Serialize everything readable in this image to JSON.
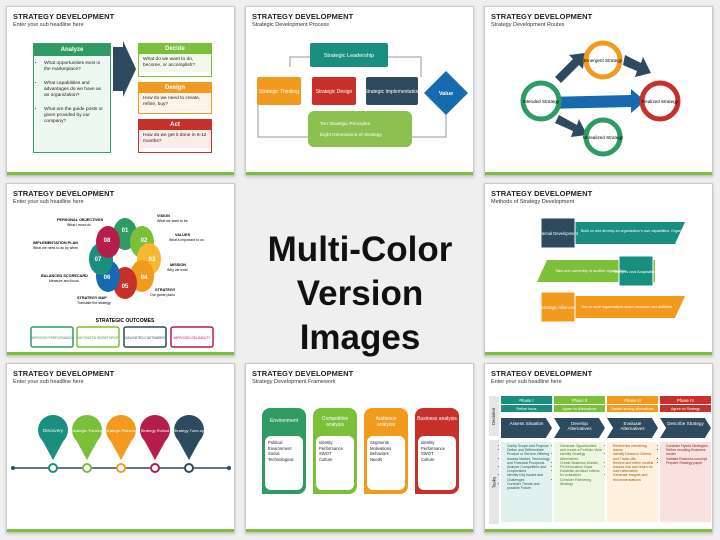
{
  "center": {
    "line1": "Multi-Color",
    "line2": "Version Images"
  },
  "slides": [
    {
      "title": "STRATEGY DEVELOPMENT",
      "subtitle": "Enter your sub headline here",
      "analyze": {
        "header": "Analyze",
        "bullets": [
          "What opportunities exist in the marketplace?",
          "What capabilities and advantages do we have as an organization?",
          "What are the guide posts or given provided by our company?"
        ]
      },
      "decide": {
        "header": "Decide",
        "text": "What do we want to do, become, or accomplish?"
      },
      "design": {
        "header": "Design",
        "text": "How do we need to create, refine, buy?"
      },
      "act": {
        "header": "Act",
        "text": "How do we get it done in 6-12 months?"
      }
    },
    {
      "title": "STRATEGY DEVELOPMENT",
      "subtitle": "Strategic Development Process",
      "boxes": [
        "Strategic Leadership",
        "Strategic Thinking",
        "Strategic Design",
        "Strategic Implementation",
        "Value"
      ],
      "principles": [
        "Ten Strategic Principles",
        "Eight Dimensions of Strategy"
      ]
    },
    {
      "title": "STRATEGY DEVELOPMENT",
      "subtitle": "Strategy Development Routes",
      "circles": [
        "Emergent Strategy",
        "Intended Strategy",
        "Realized Strategy",
        "Unrealized Strategy"
      ]
    },
    {
      "title": "STRATEGY DEVELOPMENT",
      "subtitle": "Enter your sub headline here",
      "numbers": [
        "01",
        "02",
        "03",
        "04",
        "05",
        "06",
        "07",
        "08"
      ],
      "labels": [
        {
          "h": "VISION",
          "t": "What we want to be"
        },
        {
          "h": "VALUES",
          "t": "What's important to us"
        },
        {
          "h": "MISSION",
          "t": "Why we exist"
        },
        {
          "h": "STRATEGY",
          "t": "Our game plans"
        },
        {
          "h": "STRATEGY MAP",
          "t": "Translate the strategy"
        },
        {
          "h": "BALANCED SCORECARD",
          "t": "Measure and focus"
        },
        {
          "h": "IMPLEMENTATION PLAN",
          "t": "What we need to do by when"
        },
        {
          "h": "PERSONAL OBJECTIVES",
          "t": "What I must do"
        }
      ],
      "outcomes_title": "STRATEGIC OUTCOMES",
      "outcomes": [
        "IMPROVED PERFORMANCE",
        "MOTIVATED WORKFORCE",
        "DELIGHTED CUSTOMERS",
        "IMPROVED RELIABILITY"
      ]
    },
    {
      "title": "STRATEGY DEVELOPMENT",
      "subtitle": "Methods of Strategy Development",
      "rows": [
        {
          "label": "Internal Development",
          "text": "Build on and develop an organization's own capabilities. Organic development"
        },
        {
          "label": "Mergers and Acquisitions",
          "text": "Take-over ownership of another organization"
        },
        {
          "label": "Strategic Alliances",
          "text": "Two or more organizations share resources and activities"
        }
      ]
    },
    {
      "title": "STRATEGY DEVELOPMENT",
      "subtitle": "Enter your sub headline here",
      "pins": [
        "Discovery",
        "Strategic Thinking",
        "Strategic Planning",
        "Strategy Rollout",
        "Strategy Tune-up"
      ]
    },
    {
      "title": "STRATEGY DEVELOPMENT",
      "subtitle": "Strategy Development Framework",
      "cards": [
        {
          "head": "Environment",
          "items": [
            "Political",
            "Environment",
            "Social",
            "Technological"
          ]
        },
        {
          "head": "Competitive analysis",
          "items": [
            "Identity",
            "Performance",
            "SWOT",
            "Culture"
          ]
        },
        {
          "head": "Audience analysis",
          "items": [
            "Segments",
            "Motivations",
            "Behaviors",
            "Needs"
          ]
        },
        {
          "head": "Business analysis",
          "items": [
            "Identity",
            "Performance",
            "SWOT",
            "Culture"
          ]
        }
      ]
    },
    {
      "title": "STRATEGY DEVELOPMENT",
      "subtitle": "Enter your sub headline here",
      "side_labels": [
        "Decision",
        "Tasks"
      ],
      "phases": [
        {
          "name": "Phase I",
          "sub": "Refine focus",
          "step": "Assess Situation",
          "tasks": [
            "Clarify Scope and Purpose",
            "Define and Differentiate Product or Service Offering",
            "Assess Market, Technology and Financial Prospects",
            "Analyze Competitors and Cooperators",
            "Identify Key Issues and Challenges",
            "Consider Trends and possible Future"
          ]
        },
        {
          "name": "Phase II",
          "sub": "Agree on Alternatives",
          "step": "Develop Alternatives",
          "tasks": [
            "Generate Opportunities and create a Portfolio View",
            "Identify Strategy Alternatives",
            "Create Business Models",
            "Fill Information Gaps",
            "Establish decision criteria for evaluation",
            "Consider Partnering Strategy"
          ]
        },
        {
          "name": "Phase III",
          "sub": "Decide among alternatives",
          "step": "Evaluate Alternatives",
          "tasks": [
            "Review the remaining issues",
            "Identify Decision Criteria and Trade-offs",
            "Review and refine models",
            "Assess risk and return for each alternative",
            "Generate Insights and recommendations"
          ]
        },
        {
          "name": "Phase IV",
          "sub": "Agree on Strategy",
          "step": "Describe Strategy",
          "tasks": [
            "Consider Hybrid Strategies",
            "Refine resulting Business model",
            "Validate Business concept",
            "Prepare Strategy paper"
          ]
        }
      ]
    }
  ]
}
